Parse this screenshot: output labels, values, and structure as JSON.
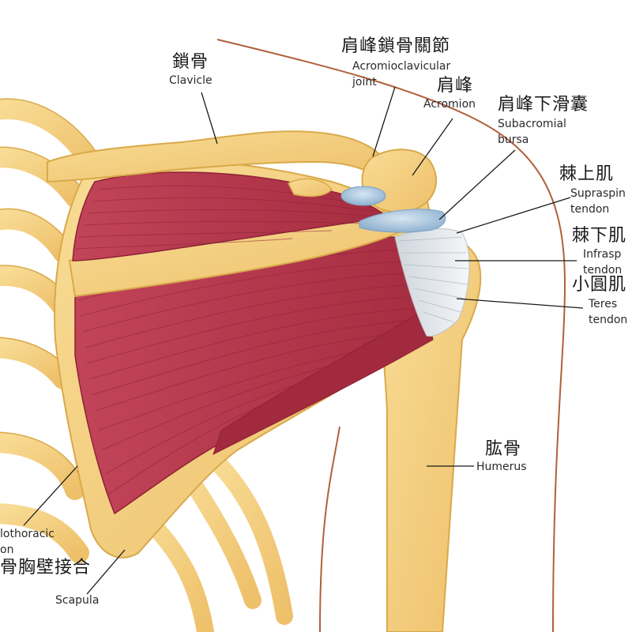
{
  "labels": {
    "clavicle": {
      "zh": "鎖骨",
      "en": "Clavicle"
    },
    "ac_joint": {
      "zh": "肩峰鎖骨關節",
      "en_line1": "Acromioclavicular",
      "en_line2": "joint"
    },
    "acromion": {
      "zh": "肩峰",
      "en": "Acromion"
    },
    "subacromial_bursa": {
      "zh": "肩峰下滑囊",
      "en_line1": "Subacromial",
      "en_line2": "bursa"
    },
    "supraspinatus": {
      "zh": "棘上肌",
      "en_line1": "Supraspin",
      "en_line2": "tendon"
    },
    "infraspinatus": {
      "zh": "棘下肌",
      "en_line1": "Infrasp",
      "en_line2": "tendon"
    },
    "teres_minor": {
      "zh": "小圓肌",
      "en_line1": "Teres",
      "en_line2": "tendon"
    },
    "humerus": {
      "zh": "肱骨",
      "en": "Humerus"
    },
    "scapulothoracic": {
      "zh": "骨胸壁接合",
      "en_line1": "lothoracic",
      "en_line2": "on"
    },
    "scapula": {
      "en": "Scapula"
    }
  },
  "colors": {
    "bone": "#f3cf7e",
    "bone_edge": "#d9a94a",
    "muscle": "#b8364a",
    "muscle_dark": "#8e2236",
    "tendon": "#e9ecef",
    "bursa": "#a9c6e0",
    "skin_line": "#a0522d"
  }
}
